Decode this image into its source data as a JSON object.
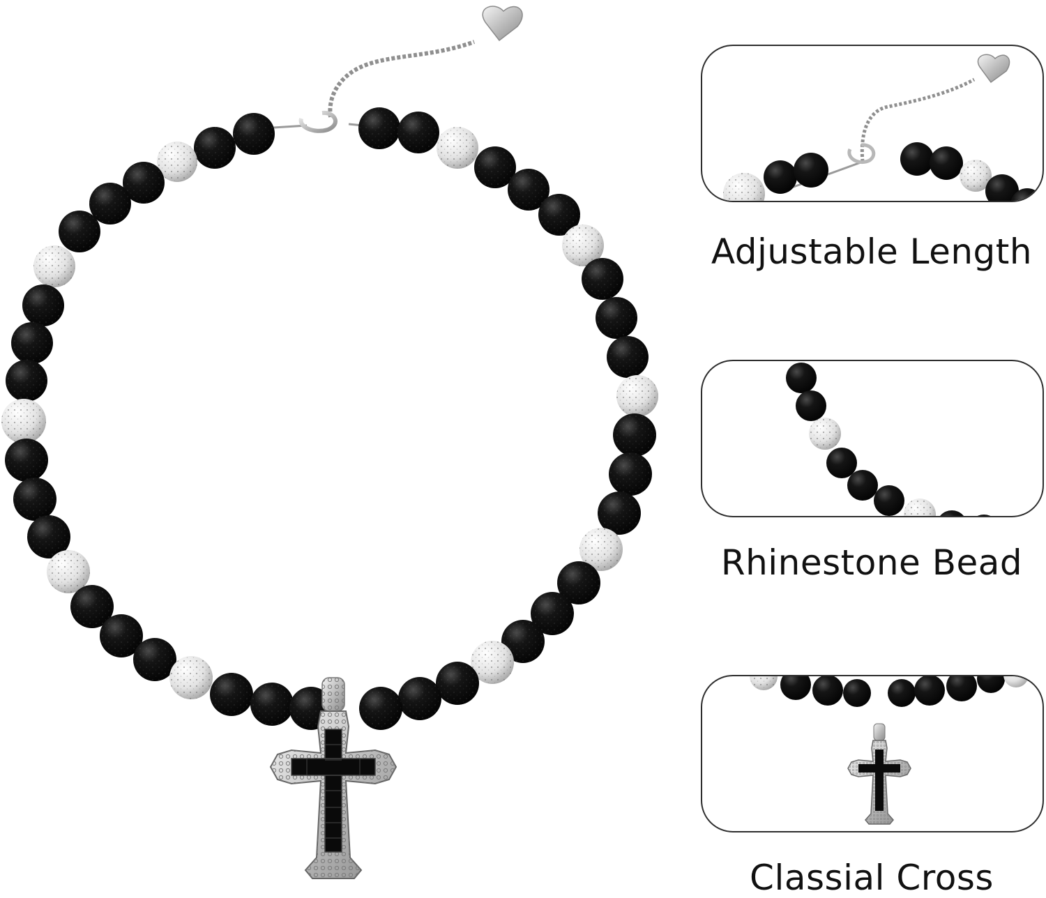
{
  "main_image": {
    "subject": "Black and white rhinestone bead choker with cross pendant",
    "colors": {
      "black_bead": "#0d0d0d",
      "white_bead": "#e8e8e8",
      "silver": "#c9c9c9",
      "frame": "#2d2d2d"
    }
  },
  "details": [
    {
      "caption": "Adjustable Length",
      "icon": "chain-extender-icon"
    },
    {
      "caption": "Rhinestone Bead",
      "icon": "bead-strand-icon"
    },
    {
      "caption": "Classial Cross",
      "icon": "cross-pendant-icon"
    }
  ]
}
